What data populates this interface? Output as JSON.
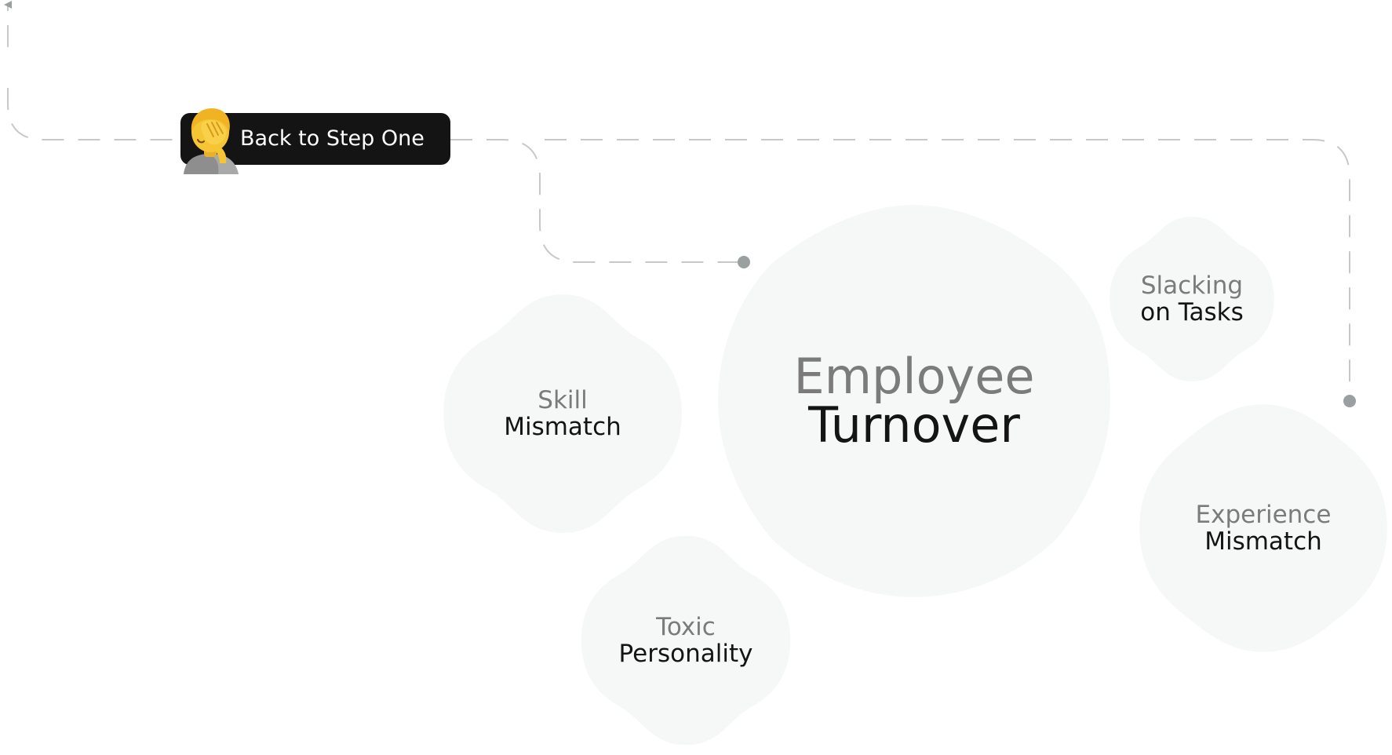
{
  "back_button": {
    "label": "Back to Step One",
    "icon": "person-facepalming-icon"
  },
  "bubbles": {
    "skill": {
      "line1": "Skill",
      "line2": "Mismatch"
    },
    "employee": {
      "line1": "Employee",
      "line2": "Turnover"
    },
    "slacking": {
      "line1": "Slacking",
      "line2": "on Tasks"
    },
    "experience": {
      "line1": "Experience",
      "line2": "Mismatch"
    },
    "toxic": {
      "line1": "Toxic",
      "line2": "Personality"
    }
  },
  "colors": {
    "background": "#ffffff",
    "bubble_fill": "#f6f7f7",
    "connector": "#c8c8c8",
    "connector_dot": "#9aa0a0",
    "primary_text": "#141414",
    "secondary_text": "#7b7b7b",
    "button_bg": "#141414",
    "button_text": "#ffffff"
  }
}
